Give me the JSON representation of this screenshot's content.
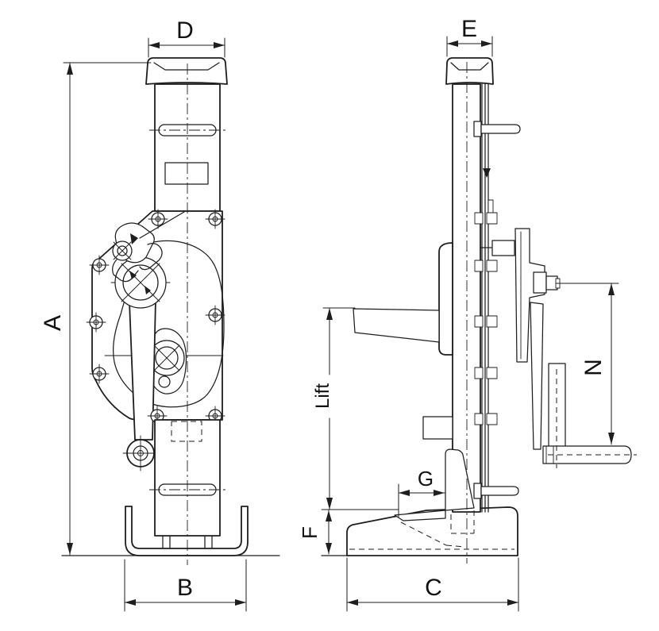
{
  "page": {
    "background": "#ffffff",
    "line_color": "#1e1e1e"
  },
  "dims": {
    "A": {
      "label": "A"
    },
    "B": {
      "label": "B"
    },
    "C": {
      "label": "C"
    },
    "D": {
      "label": "D"
    },
    "E": {
      "label": "E"
    },
    "F": {
      "label": "F"
    },
    "G": {
      "label": "G"
    },
    "N": {
      "label": "N"
    },
    "lift": {
      "label": "Lift"
    }
  }
}
